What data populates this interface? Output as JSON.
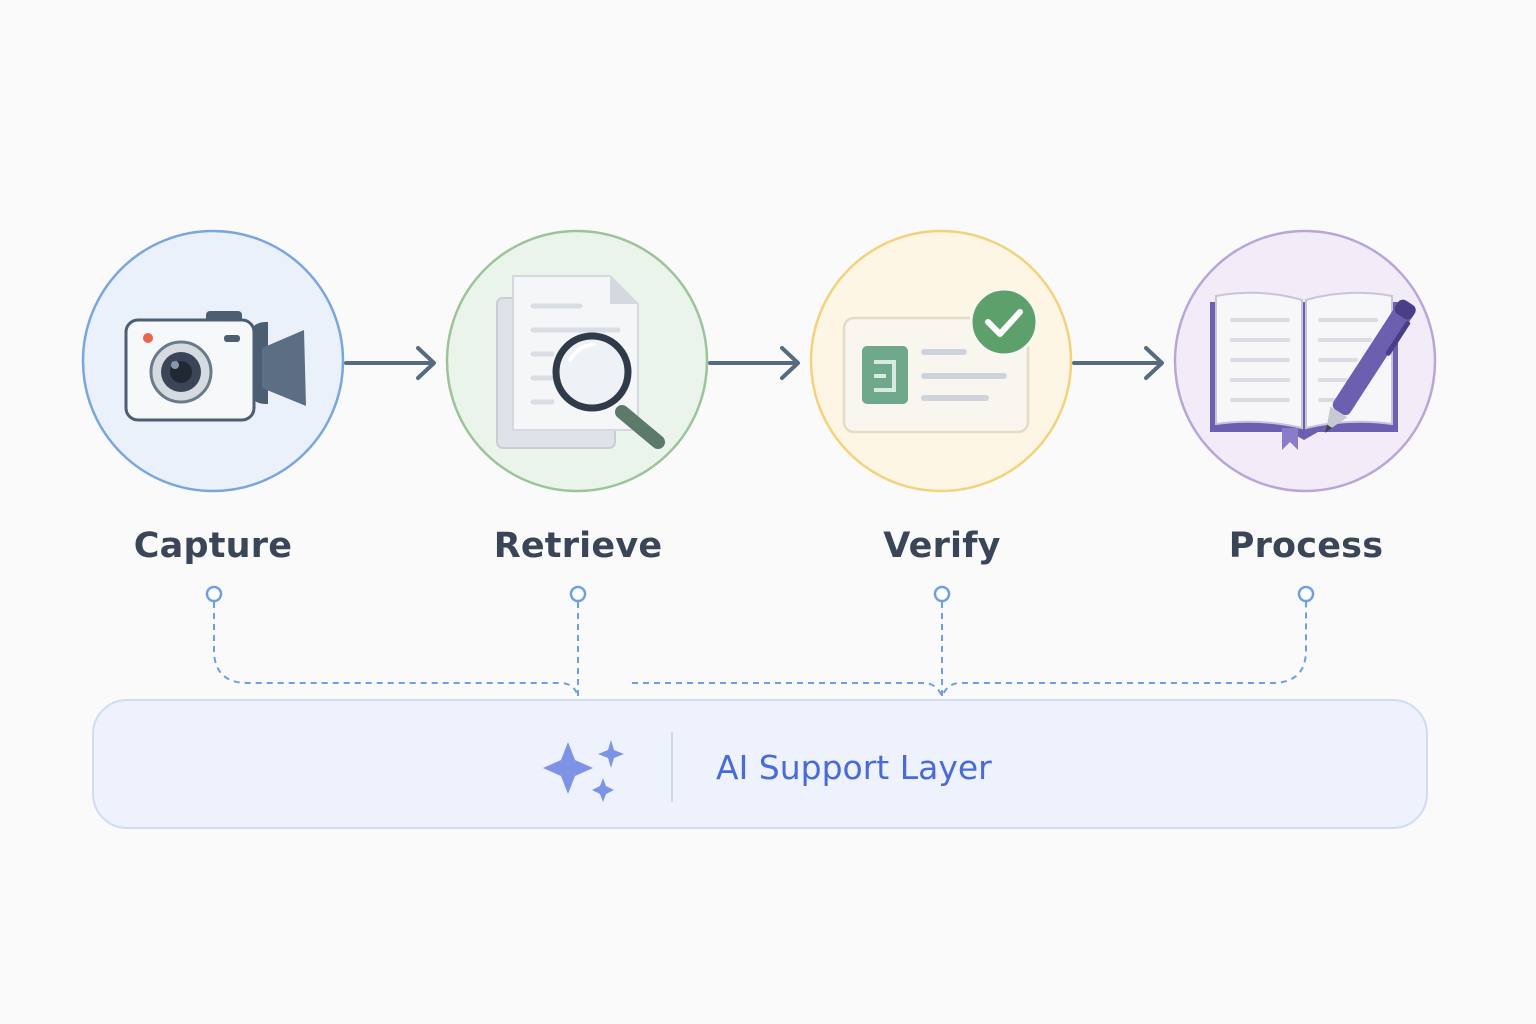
{
  "steps": [
    {
      "label": "Capture",
      "icon": "camera-icon",
      "accent": "#7aa6dc",
      "fill": "#eaf1fb"
    },
    {
      "label": "Retrieve",
      "icon": "document-search-icon",
      "accent": "#9cc49a",
      "fill": "#ebf4ea"
    },
    {
      "label": "Verify",
      "icon": "verified-card-icon",
      "accent": "#f2d27c",
      "fill": "#fdf6e4"
    },
    {
      "label": "Process",
      "icon": "book-pen-icon",
      "accent": "#b9a6d8",
      "fill": "#f1ecf8"
    }
  ],
  "support_layer": {
    "label": "AI Support Layer",
    "icon": "sparkle-icon",
    "accent": "#5b7be0"
  },
  "colors": {
    "arrow": "#566b80",
    "connector": "#6f9fe0",
    "text": "#3a4657"
  }
}
